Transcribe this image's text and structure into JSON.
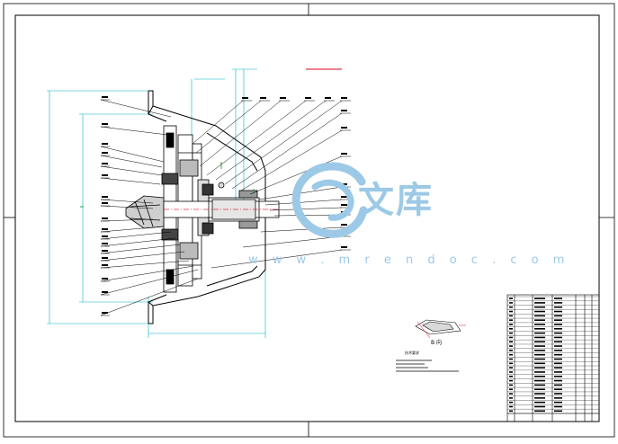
{
  "drawing": {
    "title": "",
    "view_label": "B 向",
    "tech_requirements_title": "技术要求"
  },
  "watermark": {
    "brand": "文库",
    "url": "w w w . m r e n d o c . c o m",
    "color": "#9cc9e6"
  },
  "colors": {
    "line": "#000000",
    "dimension": "#00b0c8",
    "centerline": "#e8334a",
    "accent": "#1a4fb0"
  },
  "icons": [
    "logo-swirl-icon"
  ]
}
